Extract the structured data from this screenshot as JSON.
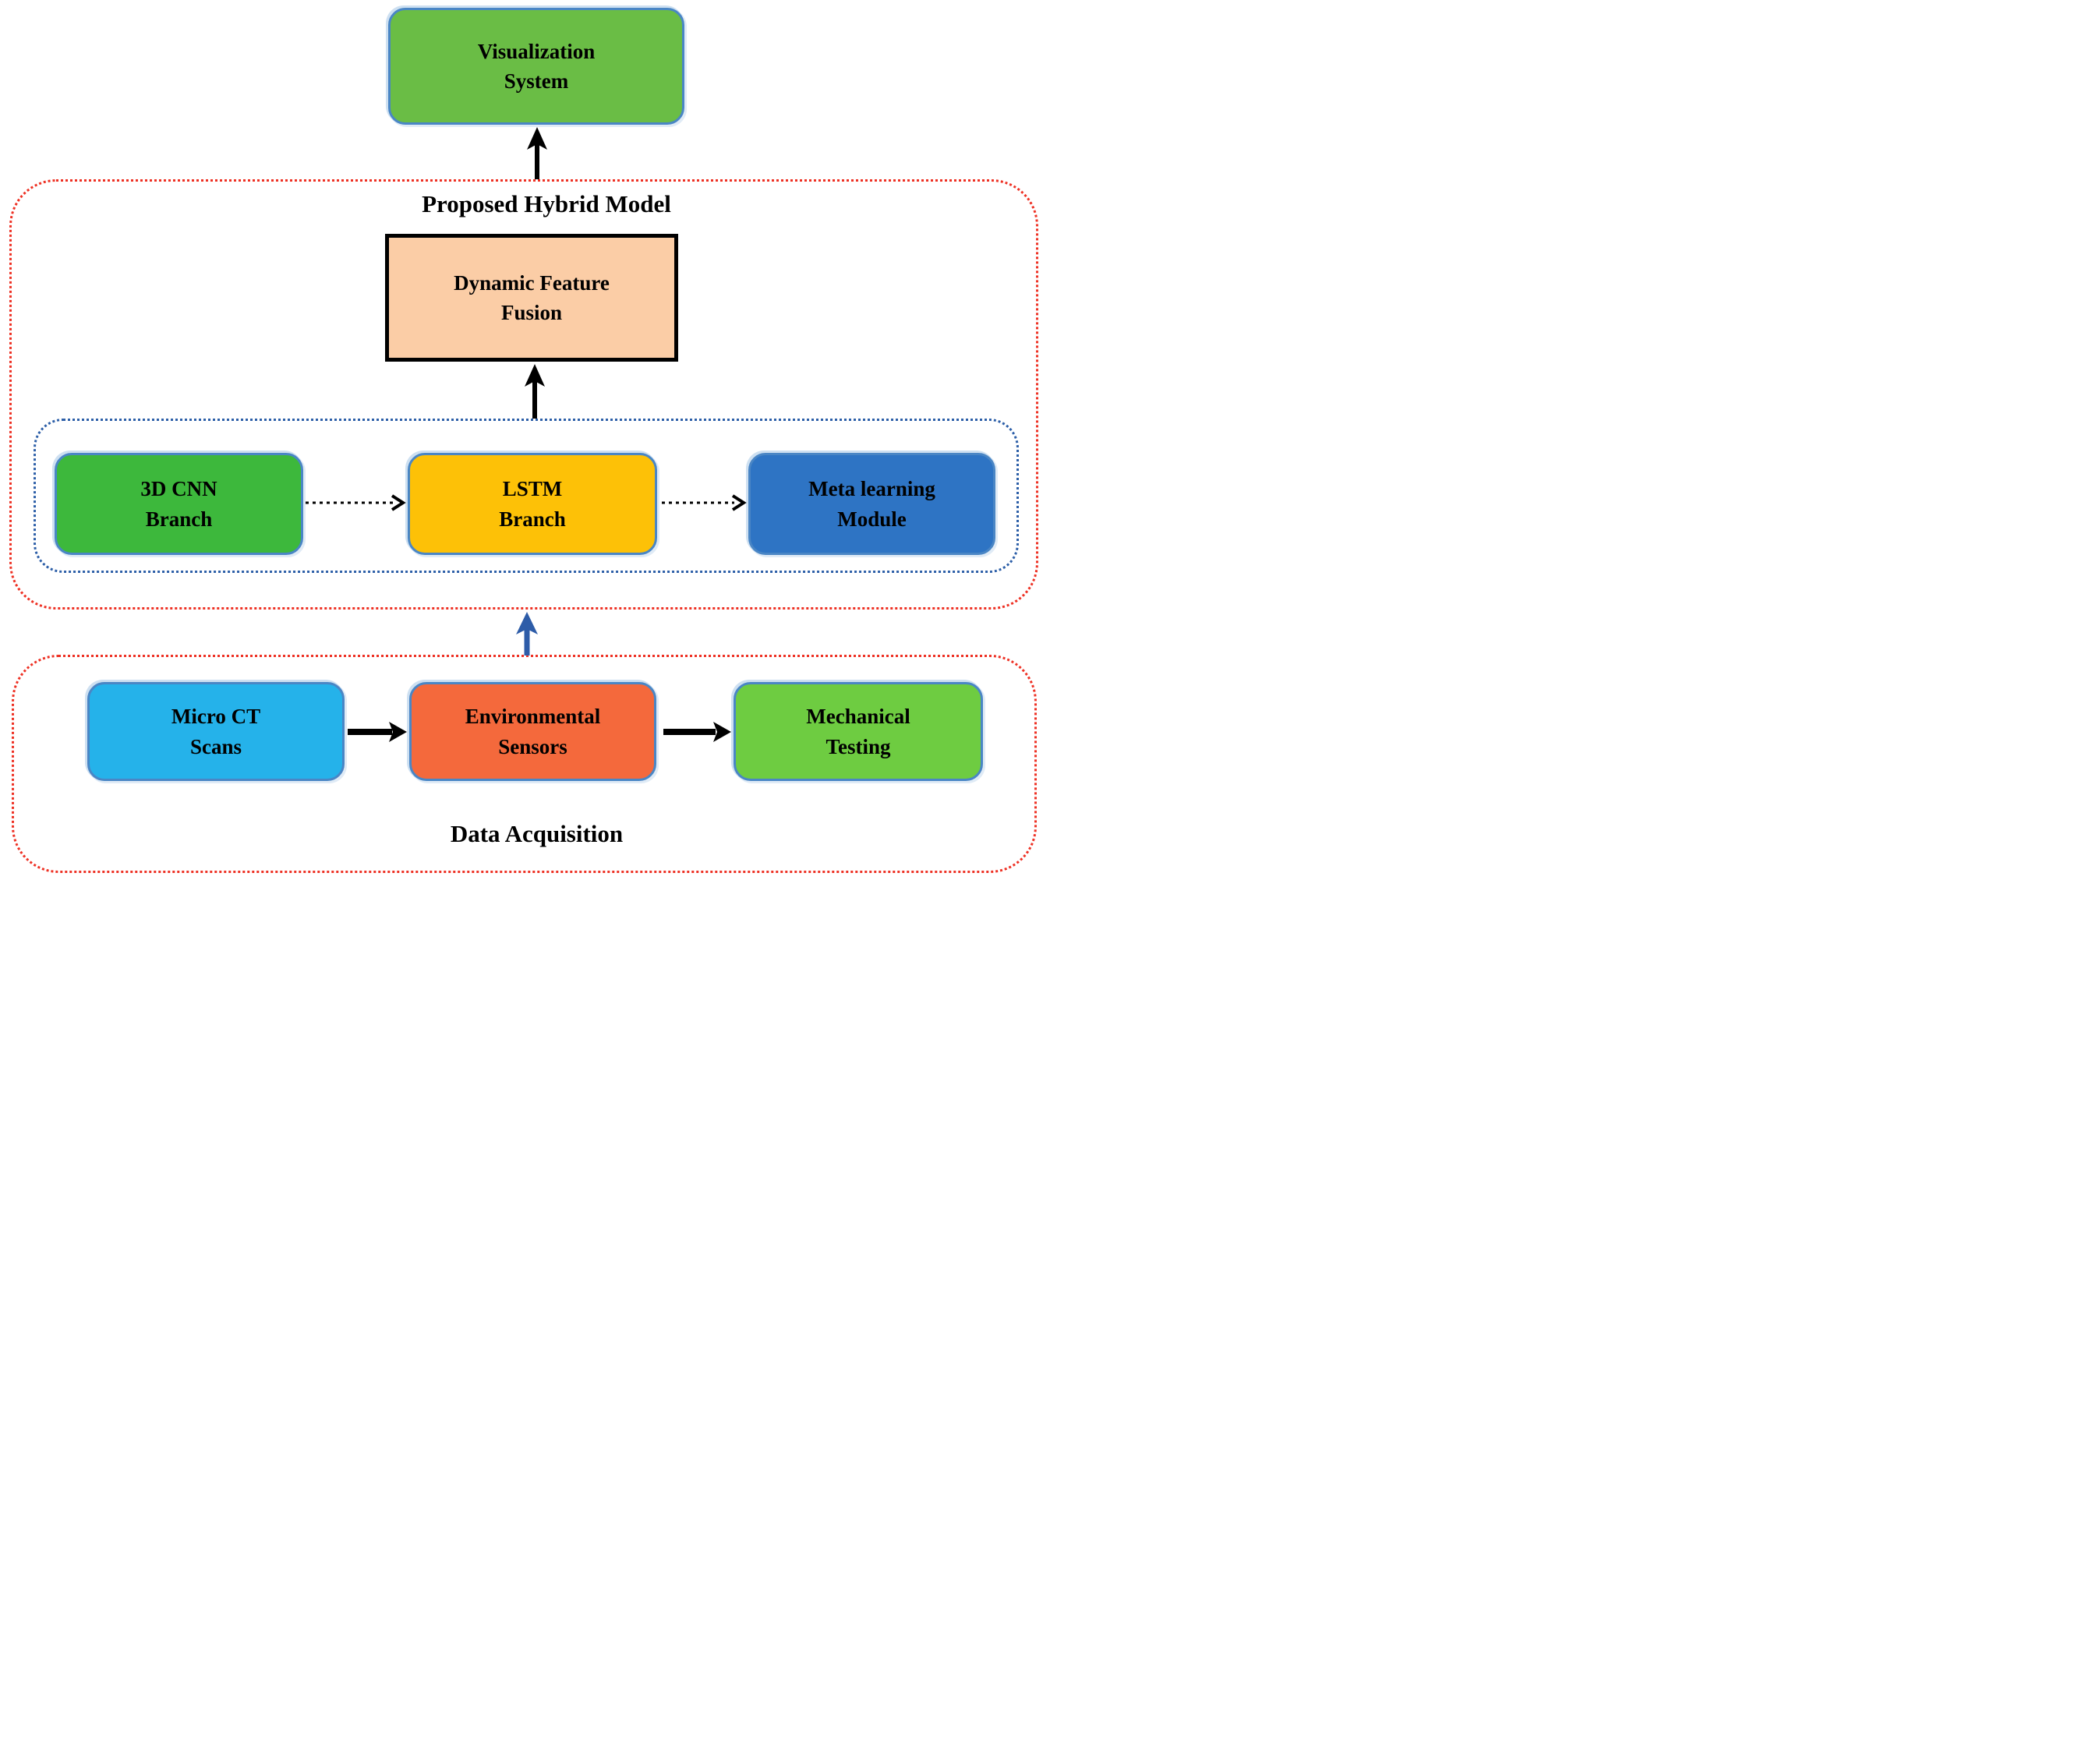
{
  "sections": {
    "hybrid": {
      "title": "Proposed Hybrid Model"
    },
    "data": {
      "title": "Data Acquisition"
    }
  },
  "boxes": {
    "viz": {
      "line1": "Visualization",
      "line2": "System"
    },
    "dff": {
      "line1": "Dynamic Feature",
      "line2": "Fusion"
    },
    "cnn": {
      "line1": "3D CNN",
      "line2": "Branch"
    },
    "lstm": {
      "line1": "LSTM",
      "line2": "Branch"
    },
    "meta": {
      "line1": "Meta learning",
      "line2": "Module"
    },
    "mct": {
      "line1": "Micro CT",
      "line2": "Scans"
    },
    "env": {
      "line1": "Environmental",
      "line2": "Sensors"
    },
    "mech": {
      "line1": "Mechanical",
      "line2": "Testing"
    }
  },
  "colors": {
    "viz_fill": "#6abd45",
    "dff_fill": "#fbcda6",
    "dff_border": "#000000",
    "cnn_fill": "#3db83c",
    "lstm_fill": "#fdc107",
    "meta_fill": "#2e74c4",
    "mct_fill": "#25b2ea",
    "env_fill": "#f4693c",
    "mech_fill": "#6ecc41",
    "node_border": "#4a86c5",
    "red_dotted": "#ee3124",
    "blue_dotted": "#2d5fa8",
    "blue_arrow": "#2d5ca8",
    "black_arrow": "#000000"
  }
}
